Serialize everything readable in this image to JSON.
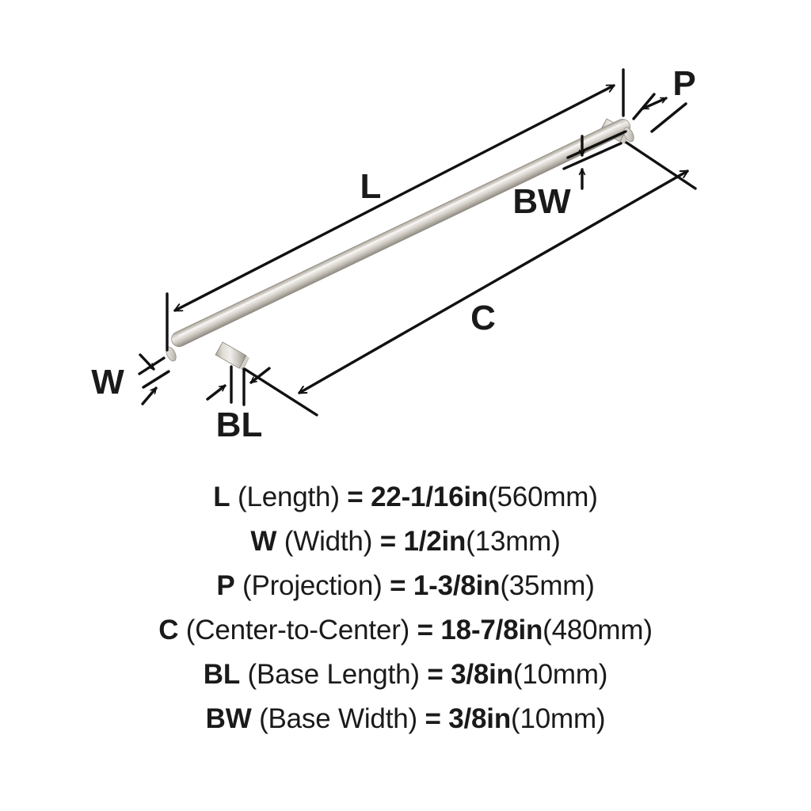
{
  "diagram": {
    "title": "Cabinet bar pull dimension diagram",
    "labels": {
      "L": "L",
      "W": "W",
      "P": "P",
      "C": "C",
      "BL": "BL",
      "BW": "BW"
    },
    "line_color": "#111111",
    "bar_color_light": "#e8e6e1",
    "bar_color_mid": "#c9c5bd",
    "bar_color_dark": "#9b968d"
  },
  "legend": {
    "rows": [
      {
        "code": "L",
        "name": " (Length) ",
        "eq": "= ",
        "inches": "22-1/16in",
        "mm": "(560mm)"
      },
      {
        "code": "W",
        "name": " (Width) ",
        "eq": "= ",
        "inches": "1/2in",
        "mm": "(13mm)"
      },
      {
        "code": "P",
        "name": " (Projection) ",
        "eq": "= ",
        "inches": "1-3/8in",
        "mm": "(35mm)"
      },
      {
        "code": "C",
        "name": " (Center-to-Center) ",
        "eq": "= ",
        "inches": "18-7/8in",
        "mm": "(480mm)"
      },
      {
        "code": "BL",
        "name": " (Base Length) ",
        "eq": "= ",
        "inches": "3/8in",
        "mm": "(10mm)"
      },
      {
        "code": "BW",
        "name": " (Base Width) ",
        "eq": "= ",
        "inches": "3/8in",
        "mm": "(10mm)"
      }
    ]
  }
}
